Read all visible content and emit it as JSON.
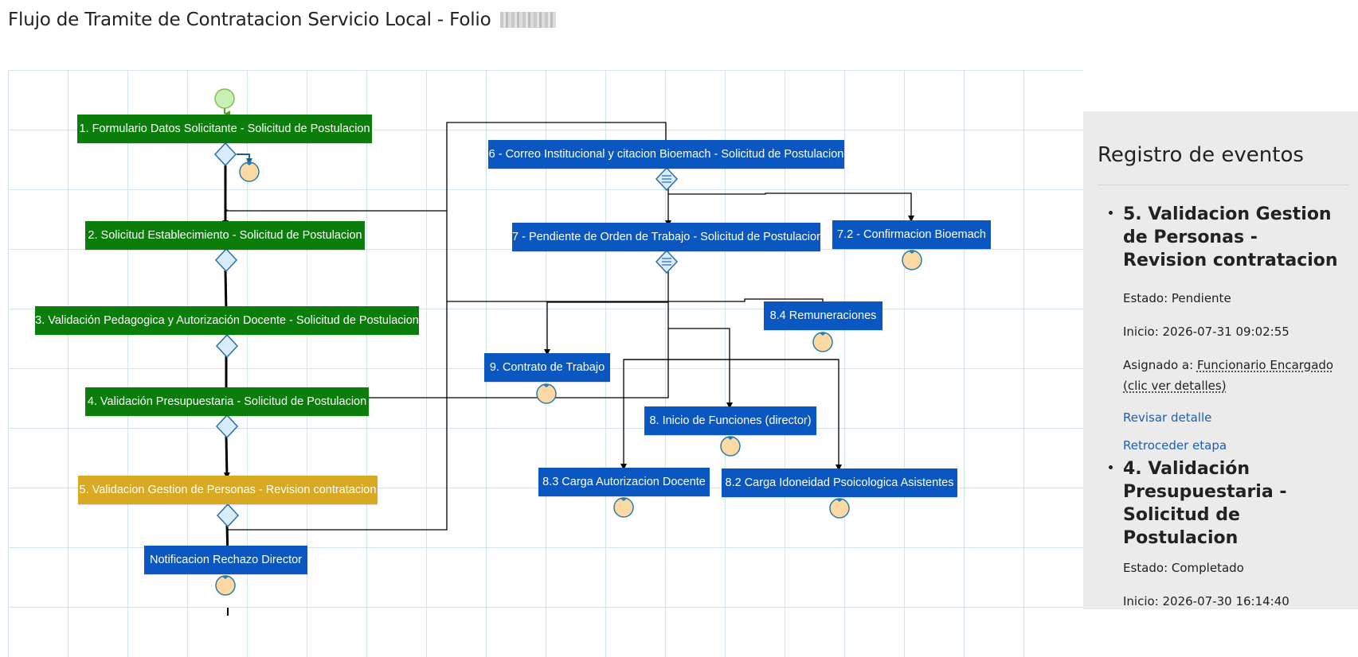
{
  "header": {
    "title": "Flujo de Tramite de Contratacion Servicio Local - Folio"
  },
  "workflow": {
    "nodes": [
      {
        "id": "n1",
        "label": "1. Formulario Datos Solicitante - Solicitud de Postulacion",
        "status": "completed"
      },
      {
        "id": "n2",
        "label": "2. Solicitud Establecimiento - Solicitud de Postulacion",
        "status": "completed"
      },
      {
        "id": "n3",
        "label": "3. Validación Pedagogica y Autorización Docente - Solicitud de Postulacion",
        "status": "completed"
      },
      {
        "id": "n4",
        "label": "4. Validación Presupuestaria - Solicitud de Postulacion",
        "status": "completed"
      },
      {
        "id": "n5",
        "label": "5. Validacion Gestion de Personas - Revision contratacion",
        "status": "pending"
      },
      {
        "id": "nr",
        "label": "Notificacion Rechazo Director",
        "status": "not-started"
      },
      {
        "id": "n6",
        "label": "6 - Correo Institucional y citacion Bioemach - Solicitud de Postulacion",
        "status": "not-started"
      },
      {
        "id": "n7",
        "label": "7 - Pendiente de Orden de Trabajo - Solicitud de Postulacion",
        "status": "not-started"
      },
      {
        "id": "n72",
        "label": "7.2 - Confirmacion Bioemach",
        "status": "not-started"
      },
      {
        "id": "n84",
        "label": "8.4 Remuneraciones",
        "status": "not-started"
      },
      {
        "id": "n9",
        "label": "9. Contrato de Trabajo",
        "status": "not-started"
      },
      {
        "id": "n8",
        "label": "8. Inicio de Funciones (director)",
        "status": "not-started"
      },
      {
        "id": "n83",
        "label": "8.3 Carga Autorizacion Docente",
        "status": "not-started"
      },
      {
        "id": "n82",
        "label": "8.2 Carga Idoneidad Psoicologica Asistentes",
        "status": "not-started"
      }
    ],
    "colors": {
      "completed": "#0a7d0a",
      "pending": "#d9a924",
      "not_started": "#0a57c2",
      "start_event": "#c8f0b4",
      "end_event": "#fbd9a4",
      "gateway": "#d8ecfb"
    }
  },
  "sidebar": {
    "title": "Registro de eventos",
    "events": [
      {
        "title": "5. Validacion Gestion de Personas - Revision contratacion",
        "estado": "Estado: Pendiente",
        "inicio": "Inicio: 2026-07-31 09:02:55",
        "asignado_prefix": "Asignado a:",
        "asignado_link": "Funcionario Encargado (clic ver detalles)",
        "revisar_label": "Revisar detalle",
        "retroceder_label": "Retroceder etapa"
      },
      {
        "title": "4. Validación Presupuestaria - Solicitud de Postulacion",
        "estado": "Estado: Completado",
        "inicio": "Inicio: 2026-07-30 16:14:40"
      }
    ]
  }
}
